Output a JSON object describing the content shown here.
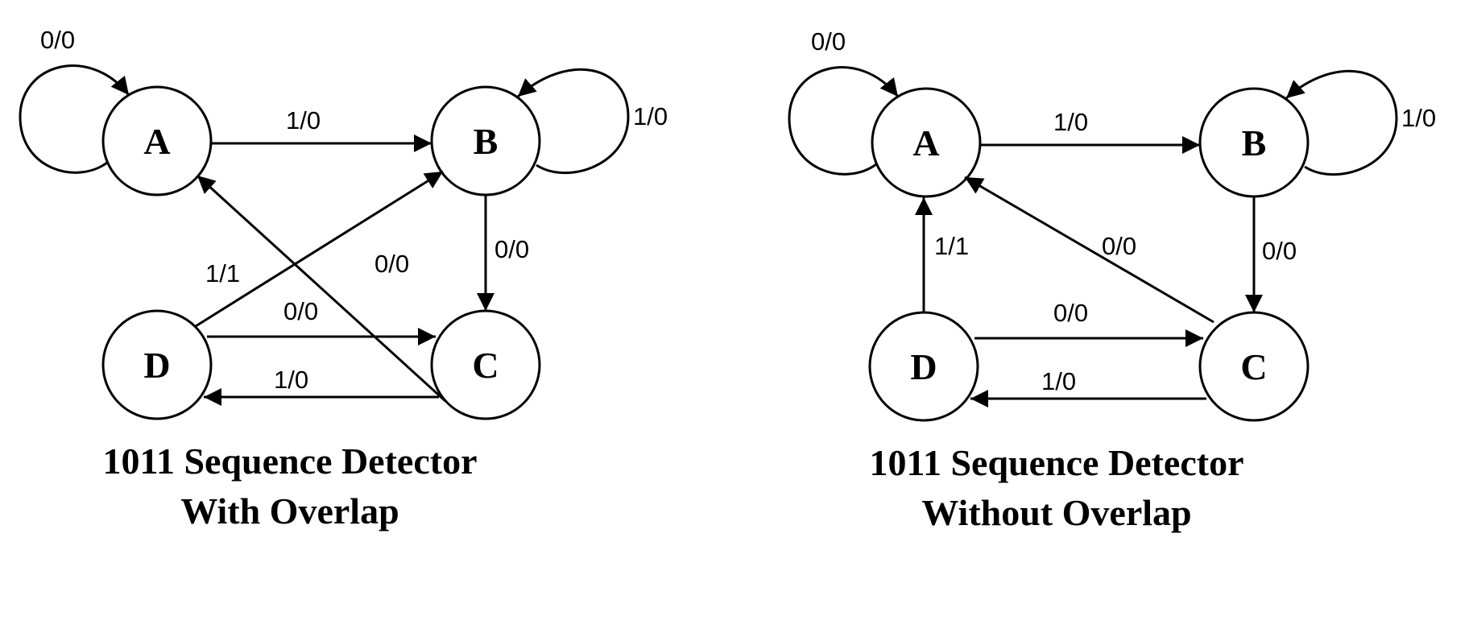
{
  "diagrams": [
    {
      "states": {
        "A": "A",
        "B": "B",
        "C": "C",
        "D": "D"
      },
      "transitions": {
        "A_A": "0/0",
        "A_B": "1/0",
        "B_B": "1/0",
        "B_C": "0/0",
        "C_A": "0/0",
        "D_B": "1/1",
        "D_C": "0/0",
        "C_D": "1/0"
      },
      "caption": {
        "line1": "1011 Sequence Detector",
        "line2": "With Overlap"
      }
    },
    {
      "states": {
        "A": "A",
        "B": "B",
        "C": "C",
        "D": "D"
      },
      "transitions": {
        "A_A": "0/0",
        "A_B": "1/0",
        "B_B": "1/0",
        "B_C": "0/0",
        "C_A": "0/0",
        "D_A": "1/1",
        "D_C": "0/0",
        "C_D": "1/0"
      },
      "caption": {
        "line1": "1011 Sequence Detector",
        "line2": "Without Overlap"
      }
    }
  ]
}
